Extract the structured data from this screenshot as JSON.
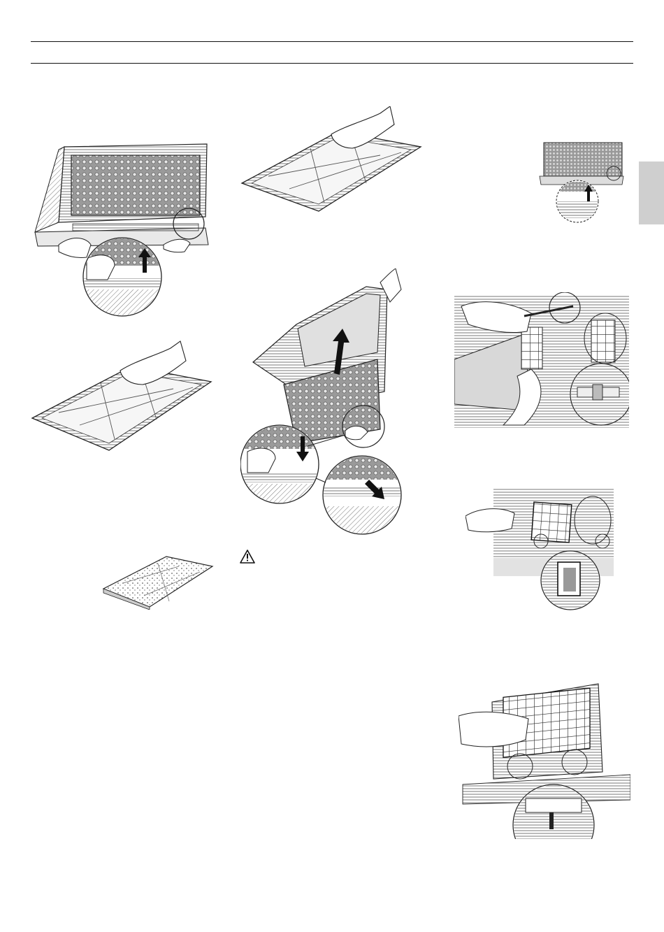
{
  "page": {
    "header_rules": 2,
    "side_tab_color": "#cfcfcf"
  },
  "figures": [
    {
      "id": "fig-hood-filter-release",
      "icon": "hood-underside-with-grease-filter-and-push-up-arrow"
    },
    {
      "id": "fig-filter-hand-top",
      "icon": "grease-filter-panel-held-by-hand"
    },
    {
      "id": "fig-filter-hand-left",
      "icon": "grease-filter-panel-held-by-hand"
    },
    {
      "id": "fig-filter-dirty",
      "icon": "saturated-filter-panel"
    },
    {
      "id": "fig-hood-filter-remove",
      "icon": "hood-with-filter-lifted-and-detail-arrows"
    },
    {
      "id": "fig-hood-small",
      "icon": "small-hood-underside-with-arrow"
    },
    {
      "id": "fig-screwdriver-bracket",
      "icon": "hand-with-screwdriver-bracket-detail"
    },
    {
      "id": "fig-carbon-filter-clip",
      "icon": "carbon-filter-grid-with-clip-detail"
    },
    {
      "id": "fig-lamp-cover",
      "icon": "hand-on-lamp-cover-with-detail"
    }
  ],
  "warning": {
    "icon": "warning-triangle-icon",
    "color": "#111111"
  }
}
